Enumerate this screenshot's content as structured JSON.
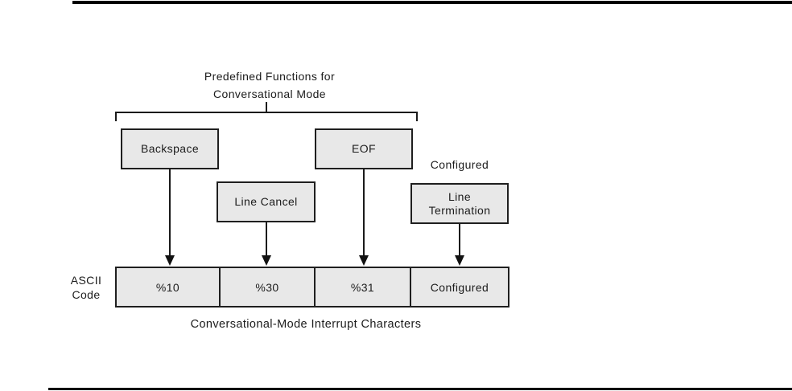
{
  "figure": {
    "header_title_line1": "Predefined Functions for",
    "header_title_line2": "Conversational Mode",
    "boxes": {
      "backspace": {
        "label": "Backspace"
      },
      "line_cancel": {
        "label": "Line Cancel"
      },
      "eof": {
        "label": "EOF"
      },
      "line_termination": {
        "line1": "Line",
        "line2": "Termination"
      }
    },
    "configured_annotation": "Configured",
    "ascii_label_line1": "ASCII",
    "ascii_label_line2": "Code",
    "ascii_cells": [
      "%10",
      "%30",
      "%31",
      "Configured"
    ],
    "caption": "Conversational-Mode Interrupt Characters",
    "colors": {
      "background": "#ffffff",
      "box_fill": "#e8e8e8",
      "line": "#1a1a1a",
      "rule": "#000000"
    }
  }
}
